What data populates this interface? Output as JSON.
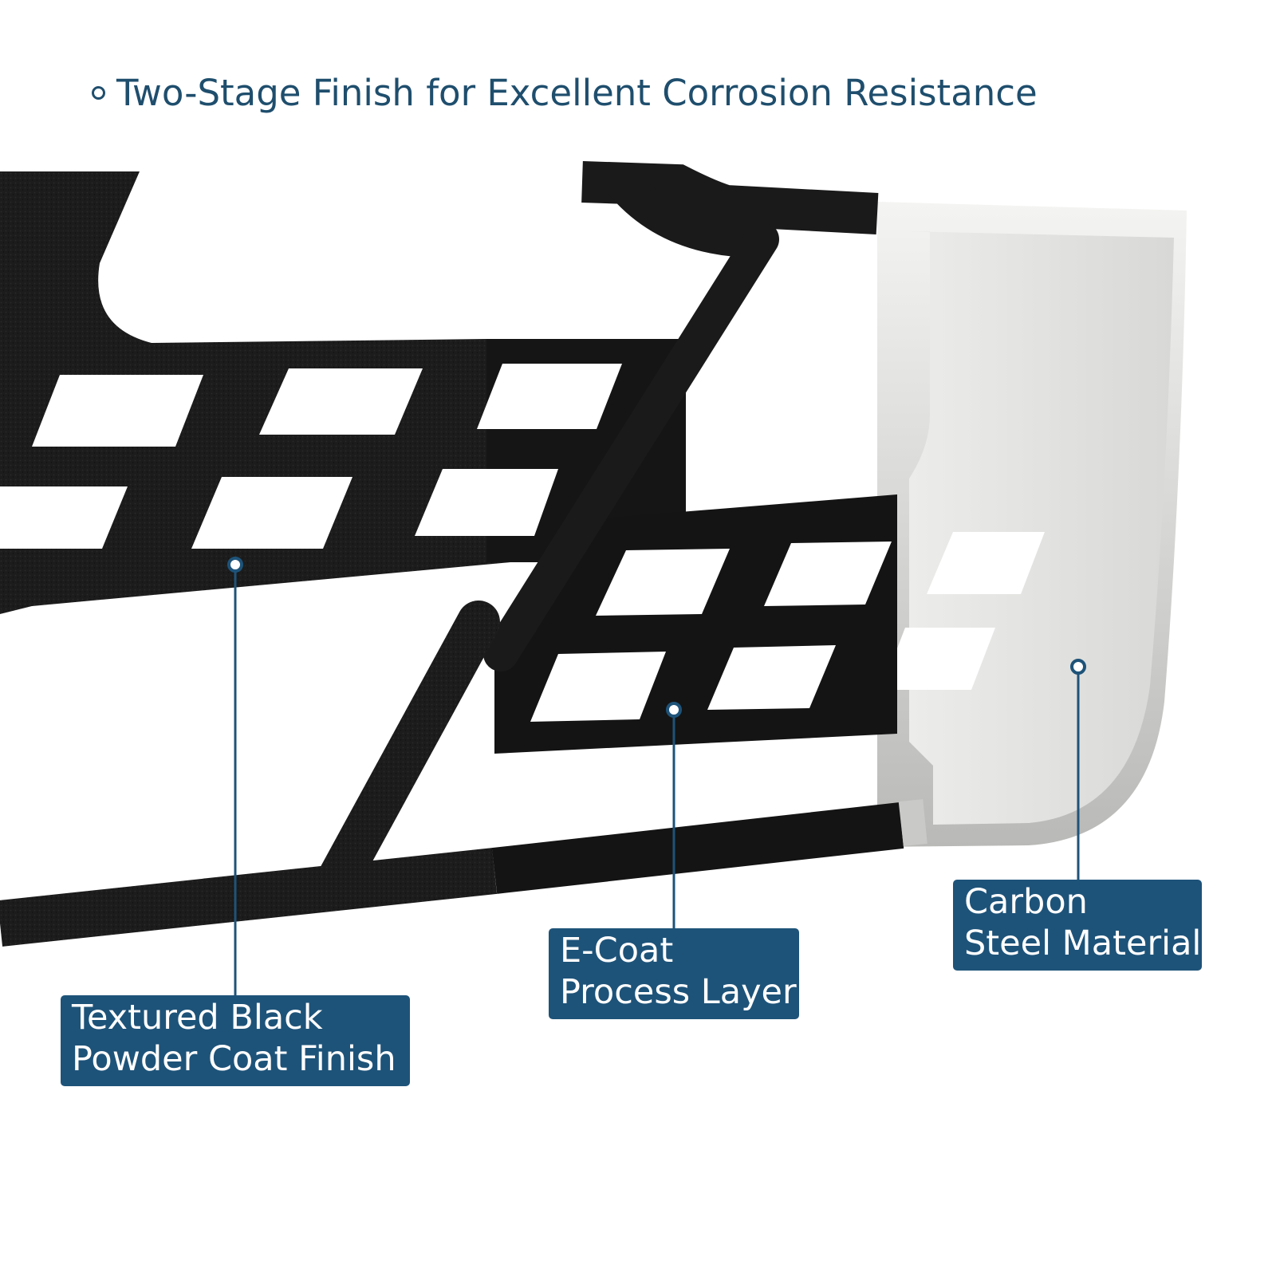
{
  "headline": "Two-Stage Finish for Excellent Corrosion Resistance",
  "callouts": [
    {
      "line1": "Textured Black",
      "line2": "Powder Coat Finish"
    },
    {
      "line1": "E-Coat",
      "line2": "Process Layer"
    },
    {
      "line1": "Carbon",
      "line2": "Steel Material"
    }
  ],
  "colors": {
    "accent": "#1e5379",
    "headline": "#1f4e6d",
    "steel_black": "#1b1b1b",
    "bare_steel": "#e4e4e2",
    "background": "#ffffff"
  }
}
